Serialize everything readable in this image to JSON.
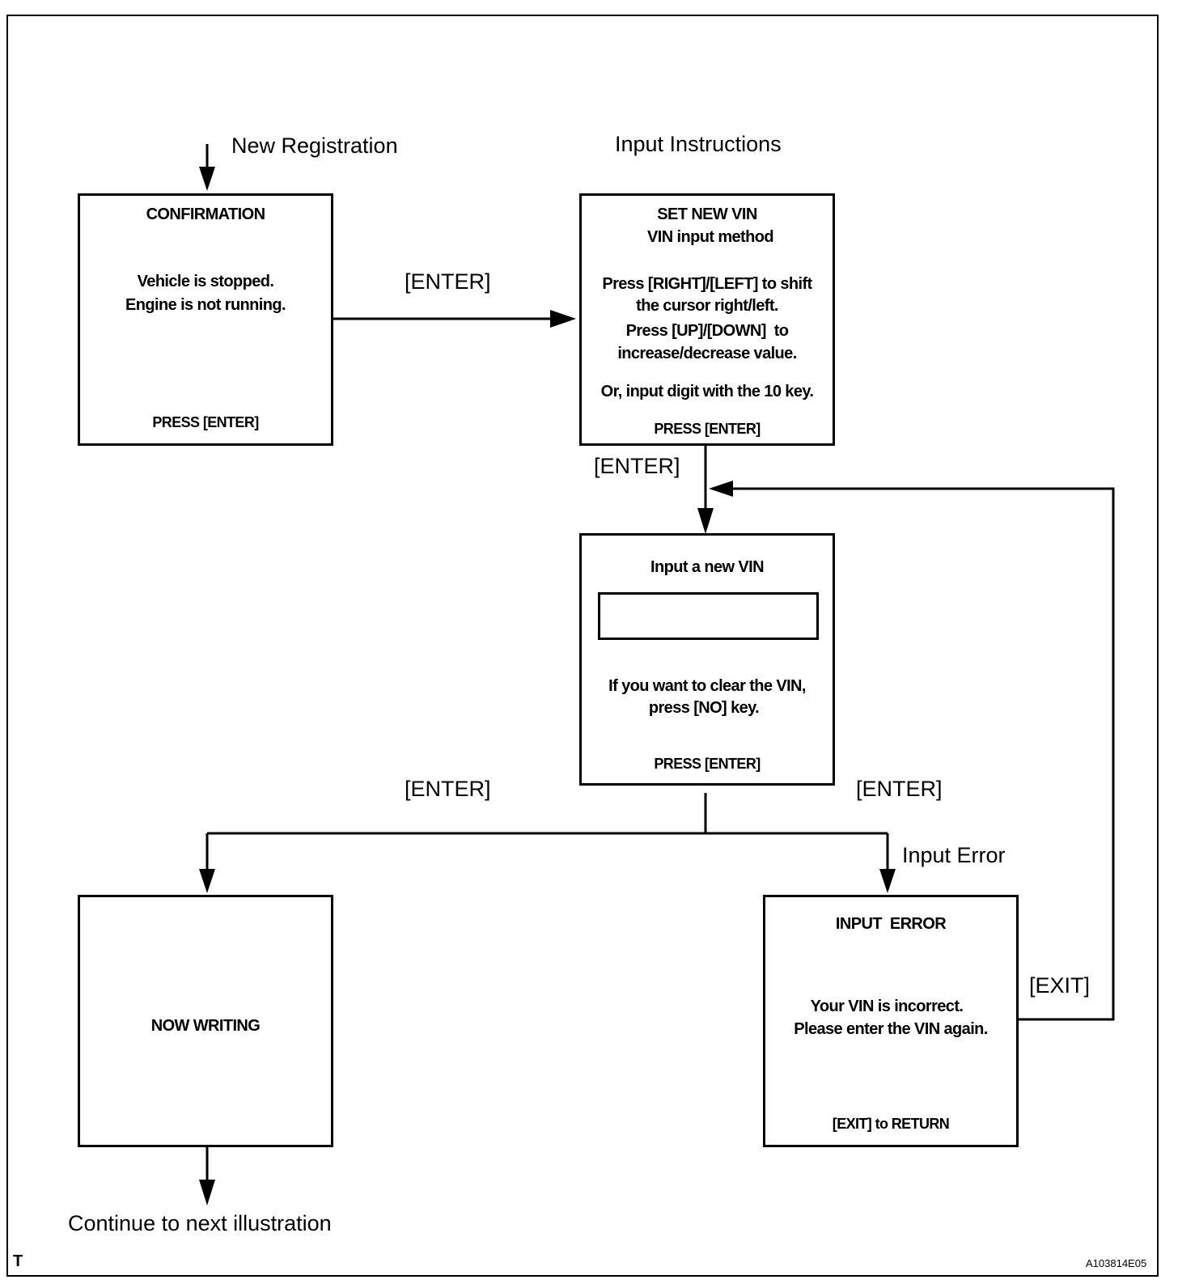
{
  "labels": {
    "new_registration": "New Registration",
    "input_instructions": "Input Instructions",
    "enter_1": "[ENTER]",
    "enter_2": "[ENTER]",
    "enter_3": "[ENTER]",
    "enter_4": "[ENTER]",
    "input_error": "Input Error",
    "exit": "[EXIT]",
    "continue": "Continue to next illustration",
    "corner_letter": "T",
    "figure_code": "A103814E05"
  },
  "screens": {
    "confirmation": {
      "title": "CONFIRMATION",
      "line1": "Vehicle is stopped.",
      "line2": "Engine is not running.",
      "footer": "PRESS [ENTER]"
    },
    "set_new_vin": {
      "title": "SET NEW VIN",
      "subtitle": "VIN input method",
      "line1": "Press [RIGHT]/[LEFT] to shift",
      "line2": "the cursor right/left.",
      "line3": "Press [UP]/[DOWN]  to",
      "line4": "increase/decrease value.",
      "line5": "Or, input digit with the 10 key.",
      "footer": "PRESS [ENTER]"
    },
    "input_new_vin": {
      "title": "Input a new VIN",
      "vin_value": "",
      "line1": "If you want to clear the VIN,",
      "line2": "press [NO] key.",
      "footer": "PRESS [ENTER]"
    },
    "now_writing": {
      "title": "NOW WRITING"
    },
    "input_error": {
      "title": "INPUT  ERROR",
      "line1": "Your VIN is incorrect.",
      "line2": "Please enter the VIN again.",
      "footer": "[EXIT] to RETURN"
    }
  }
}
